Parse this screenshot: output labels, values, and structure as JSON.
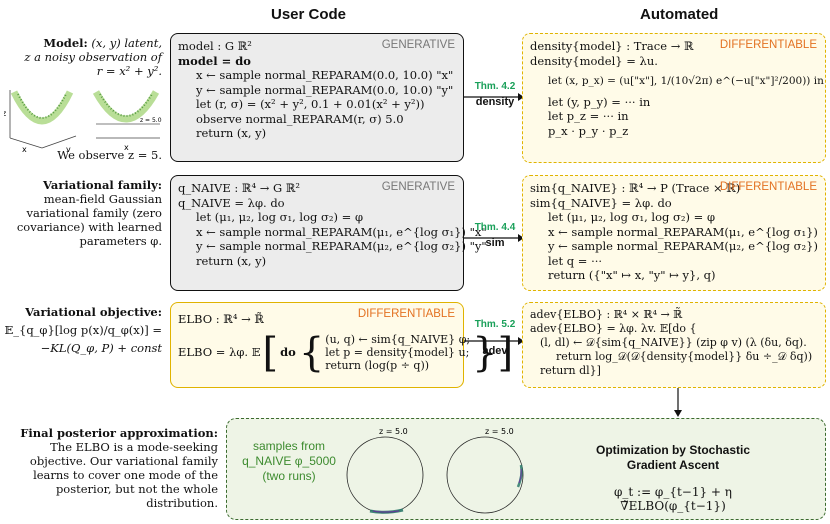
{
  "headers": {
    "user_code": "User Code",
    "automated": "Automated"
  },
  "sidebar": {
    "model_title": "Model:",
    "model_text_1": "(x, y) latent,",
    "model_text_2": "z a noisy observation of",
    "model_text_3": "r = x² + y².",
    "observe_text": "We observe z = 5.",
    "varfam_title": "Variational family:",
    "varfam_text": [
      "mean-field Gaussian",
      "variational family (zero",
      "covariance) with learned",
      "parameters φ."
    ],
    "varobj_title": "Variational objective:",
    "varobj_line1": "𝔼_{q_φ}[log p(x)/q_φ(x)] =",
    "varobj_line2": "−KL(Q_φ, P) + const",
    "final_title": "Final posterior approximation:",
    "final_text": [
      "The ELBO is a mode-seeking",
      "objective. Our variational family",
      "learns to cover one mode of the",
      "posterior, but not the whole",
      "distribution."
    ]
  },
  "thumbnails": {
    "axis_z": "z",
    "axis_x": "x",
    "axis_y": "y",
    "plane_label": "z = 5.0"
  },
  "box_model": {
    "tag": "GENERATIVE",
    "lines": [
      "model : G ℝ²",
      "model = do",
      "x ← sample normal_REPARAM(0.0, 10.0) \"x\"",
      "y ← sample normal_REPARAM(0.0, 10.0) \"y\"",
      "let (r, σ) = (x² + y², 0.1 + 0.01(x² + y²))",
      "observe normal_REPARAM(r, σ) 5.0",
      "return (x, y)"
    ]
  },
  "box_varfam": {
    "tag": "GENERATIVE",
    "lines": [
      "q_NAIVE : ℝ⁴ → G ℝ²",
      "q_NAIVE = λφ. do",
      "let (μ₁, μ₂, log σ₁, log σ₂) = φ",
      "x ← sample normal_REPARAM(μ₁, e^{log σ₁}) \"x\"",
      "y ← sample normal_REPARAM(μ₂, e^{log σ₂}) \"y\"",
      "return (x, y)"
    ]
  },
  "box_elbo": {
    "tag": "DIFFERENTIABLE",
    "line1": "ELBO : ℝ⁴ → ℝ̃",
    "line2_prefix": "ELBO = λφ. 𝔼",
    "do_kw": "do",
    "inner": [
      "(u, q) ← sim{q_NAIVE} φ;",
      "let p = density{model} u;",
      "return (log(p ÷ q))"
    ]
  },
  "box_density": {
    "tag": "DIFFERENTIABLE",
    "lines": [
      "density{model} : Trace → ℝ",
      "density{model} = λu.",
      "let (x, p_x) = (u[\"x\"], 1/(10√2π) e^(−u[\"x\"]²/200)) in",
      "let (y, p_y) = ··· in",
      "let p_z = ··· in",
      "p_x · p_y · p_z"
    ]
  },
  "box_sim": {
    "tag": "DIFFERENTIABLE",
    "lines": [
      "sim{q_NAIVE} : ℝ⁴ → P (Trace × ℝ)",
      "sim{q_NAIVE} = λφ. do",
      "let (μ₁, μ₂, log σ₁, log σ₂) = φ",
      "x ← sample normal_REPARAM(μ₁, e^{log σ₁})",
      "y ← sample normal_REPARAM(μ₂, e^{log σ₂})",
      "let q = ···",
      "return ({\"x\" ↦ x, \"y\" ↦ y}, q)"
    ]
  },
  "box_adev": {
    "lines": [
      "adev{ELBO} : ℝ⁴ × ℝ⁴ → ℝ̃",
      "adev{ELBO} = λφ. λv. 𝔼[do {",
      "(l, dl) ← 𝒟{sim{q_NAIVE}} (zip φ v) (λ (δu, δq).",
      "return log_𝒟(𝒟{density{model}} δu ÷_𝒟 δq))",
      "return dl}]"
    ]
  },
  "arrows": [
    {
      "thm": "Thm. 4.2",
      "label": "density"
    },
    {
      "thm": "Thm. 4.4",
      "label": "sim"
    },
    {
      "thm": "Thm. 5.2",
      "label": "adev"
    }
  ],
  "optimization": {
    "samples_label": [
      "samples from",
      "q_NAIVE φ_5000",
      "(two runs)"
    ],
    "plot1_label": "z = 5.0",
    "plot2_label": "z = 5.0",
    "title": [
      "Optimization by Stochastic",
      "Gradient Ascent"
    ],
    "update_rule": "φ_t := φ_{t−1} + η ∇̃ELBO(φ_{t−1})"
  },
  "colors": {
    "generative_bg": "#ececec",
    "differentiable_border": "#e0b300",
    "differentiable_tag": "#e37222",
    "theorem": "#1aa05a",
    "optimization_border": "#3b6b2f"
  }
}
